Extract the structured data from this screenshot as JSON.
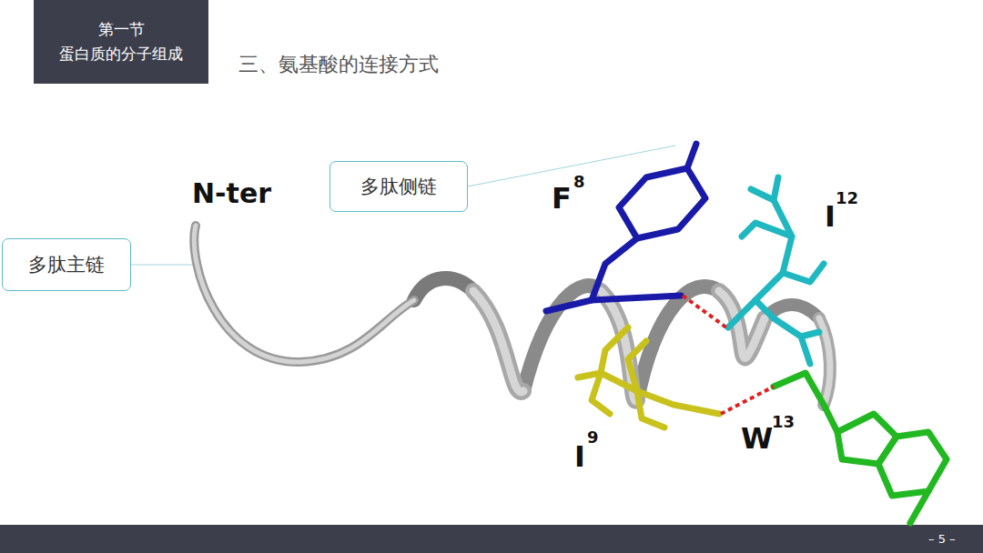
{
  "diagram": {
    "title": "三、氨基酸的连接方式",
    "nodes": [
      {
        "text": [
          "第一节",
          "蛋白质的分子组成"
        ]
      },
      {
        "text": [
          "多肽侧链"
        ]
      },
      {
        "text": [
          "多肽主链"
        ]
      }
    ],
    "labels": [
      "N-ter",
      "F",
      "8",
      "I",
      "12",
      "I",
      "9",
      "W",
      "13",
      "– 5 –"
    ]
  }
}
